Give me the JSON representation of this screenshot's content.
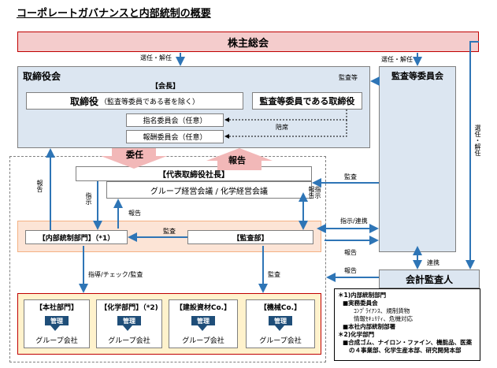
{
  "title": "コーポレートガバナンスと内部統制の概要",
  "shareholders": "株主総会",
  "board": {
    "title": "取締役会",
    "chairman": "【会長】",
    "directors": "取締役",
    "directors_note": "（監査等委員である者を除く）",
    "audit_director": "監査等委員である取締役",
    "nomination_committee": "指名委員会（任意）",
    "compensation_committee": "報酬委員会（任意）"
  },
  "audit_committee": "監査等委員会",
  "president": "【代表取締役社長】",
  "group_meeting": "グループ経営会議 / 化学経営会議",
  "internal_control": "【内部統制部門】（*1）",
  "audit_dept": "【監査部】",
  "accounting_auditor": "会計監査人",
  "divisions": [
    {
      "name": "【本社部門】",
      "badge": "管理",
      "group": "グループ会社"
    },
    {
      "name": "【化学部門】（*2)",
      "badge": "管理",
      "group": "グループ会社"
    },
    {
      "name": "【建設資材Co.】",
      "badge": "管理",
      "group": "グループ会社"
    },
    {
      "name": "【機械Co.】",
      "badge": "管理",
      "group": "グループ会社"
    }
  ],
  "labels": {
    "appoint_dismiss_1": "選任・解任",
    "appoint_dismiss_2": "選任・解任",
    "appoint_dismiss_3": "選任・解任",
    "audit_etc": "監査等",
    "attend": "陪席",
    "delegate": "委任",
    "report_big": "報告",
    "audit_1": "監査",
    "report_1": "報告",
    "instruct_1": "指示",
    "report_2": "報告",
    "instruct_report": "指示\n報告",
    "audit_2": "監査",
    "instruct_coop": "指示/連携",
    "report_3": "報告",
    "coop": "連携",
    "report_4": "報告",
    "guide_check_audit": "指導/チェック/監査",
    "audit_3": "監査"
  },
  "notes": [
    "＊1)内部統制部門",
    "■実務委員会",
    "ｺﾝﾌﾟﾗｲｱﾝｽ、規制貨物",
    "情報ｾｷｭﾘﾃｨ、危機対応",
    "■本社内部統制部署",
    "＊2)化学部門",
    "■合成ゴム、ナイロン・ファイン、機能品、医薬",
    "の４事業部、化学生産本部、研究開発本部"
  ],
  "colors": {
    "shareholders_bg": "#f4cccc",
    "shareholders_border": "#c00000",
    "board_bg": "#dce6f1",
    "exec_bg": "#fce4d6",
    "exec_border": "#f4b183",
    "divisions_bg": "#fff2cc",
    "divisions_border": "#c00000",
    "arrow": "#2e75b6",
    "pink_arrow": "#f2b8b8",
    "badge": "#1f4e79"
  }
}
